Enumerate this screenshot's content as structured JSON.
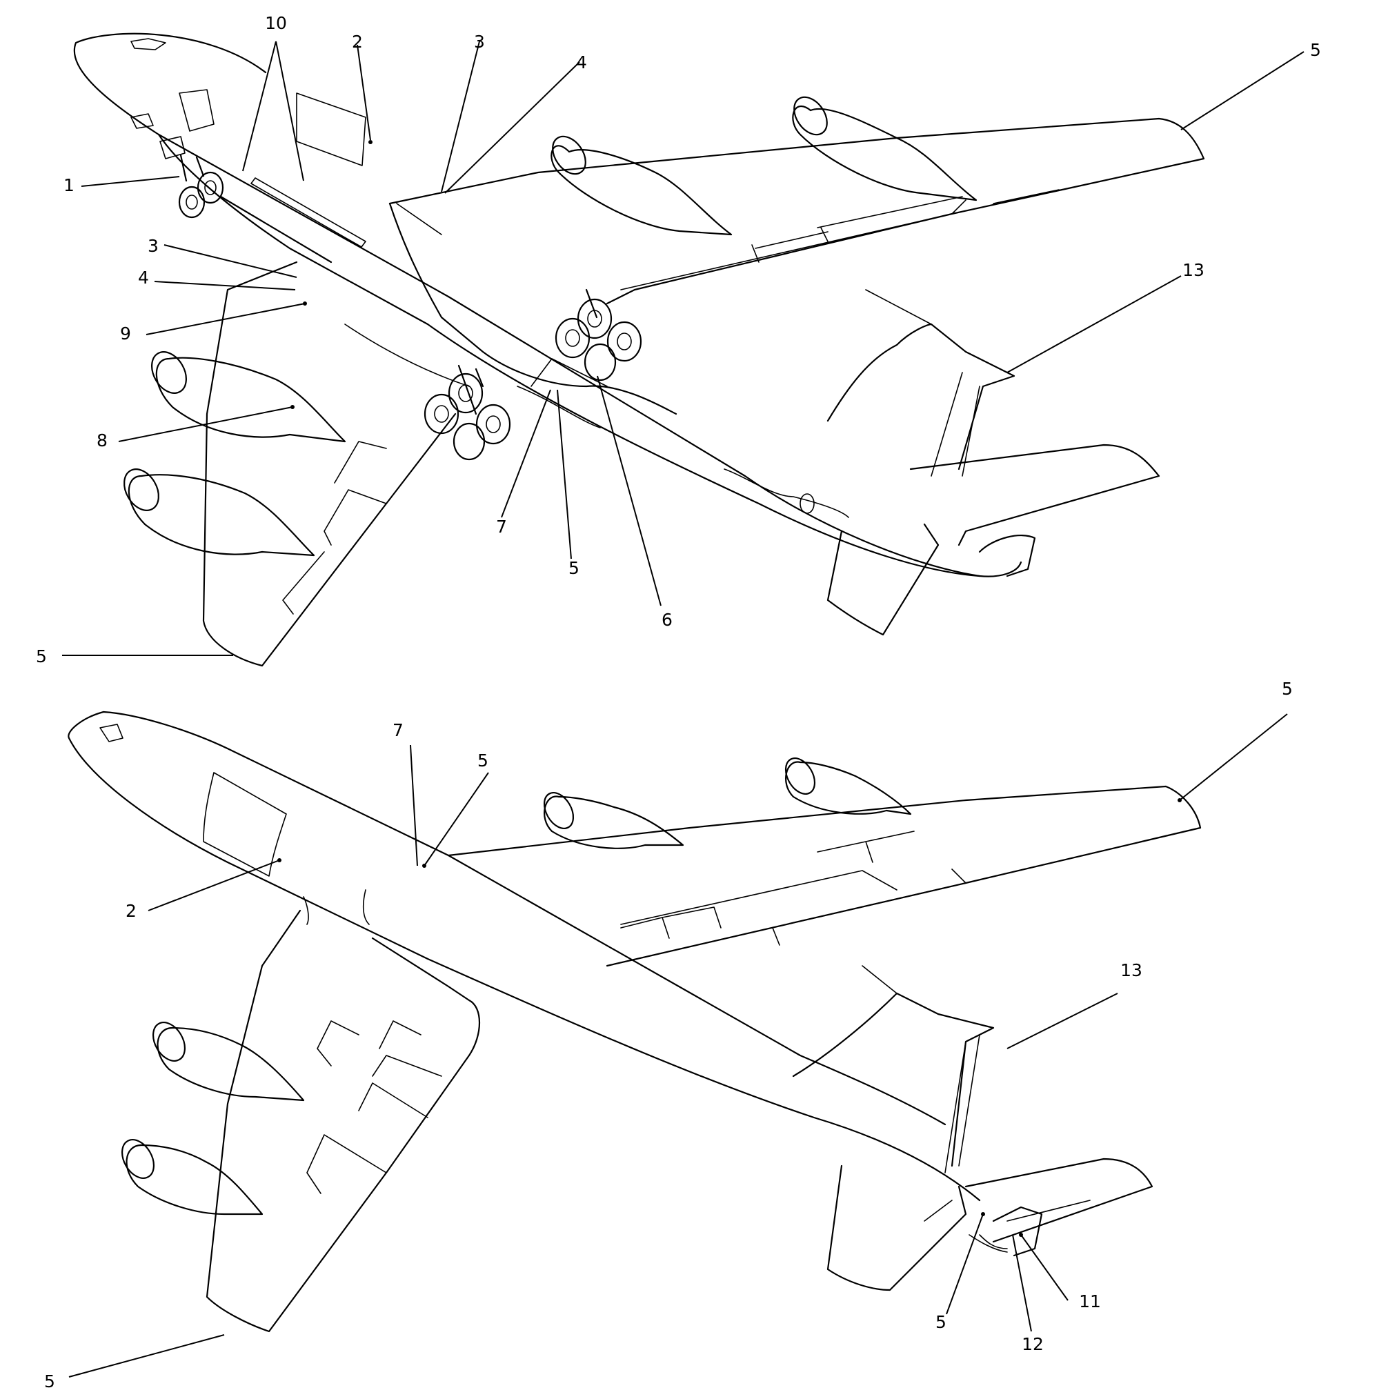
{
  "upper_view": {
    "callouts": [
      {
        "key": "u10",
        "text": "10"
      },
      {
        "key": "u2",
        "text": "2"
      },
      {
        "key": "u3a",
        "text": "3"
      },
      {
        "key": "u4a",
        "text": "4"
      },
      {
        "key": "u5a",
        "text": "5"
      },
      {
        "key": "u1",
        "text": "1"
      },
      {
        "key": "u3b",
        "text": "3"
      },
      {
        "key": "u4b",
        "text": "4"
      },
      {
        "key": "u9",
        "text": "9"
      },
      {
        "key": "u13",
        "text": "13"
      },
      {
        "key": "u8",
        "text": "8"
      },
      {
        "key": "u7",
        "text": "7"
      },
      {
        "key": "u5b",
        "text": "5"
      },
      {
        "key": "u6",
        "text": "6"
      },
      {
        "key": "u5c",
        "text": "5"
      }
    ]
  },
  "lower_view": {
    "callouts": [
      {
        "key": "l5a",
        "text": "5"
      },
      {
        "key": "l7",
        "text": "7"
      },
      {
        "key": "l5b",
        "text": "5"
      },
      {
        "key": "l2",
        "text": "2"
      },
      {
        "key": "l13",
        "text": "13"
      },
      {
        "key": "l11",
        "text": "11"
      },
      {
        "key": "l5c",
        "text": "5"
      },
      {
        "key": "l12",
        "text": "12"
      },
      {
        "key": "l5d",
        "text": "5"
      }
    ]
  }
}
